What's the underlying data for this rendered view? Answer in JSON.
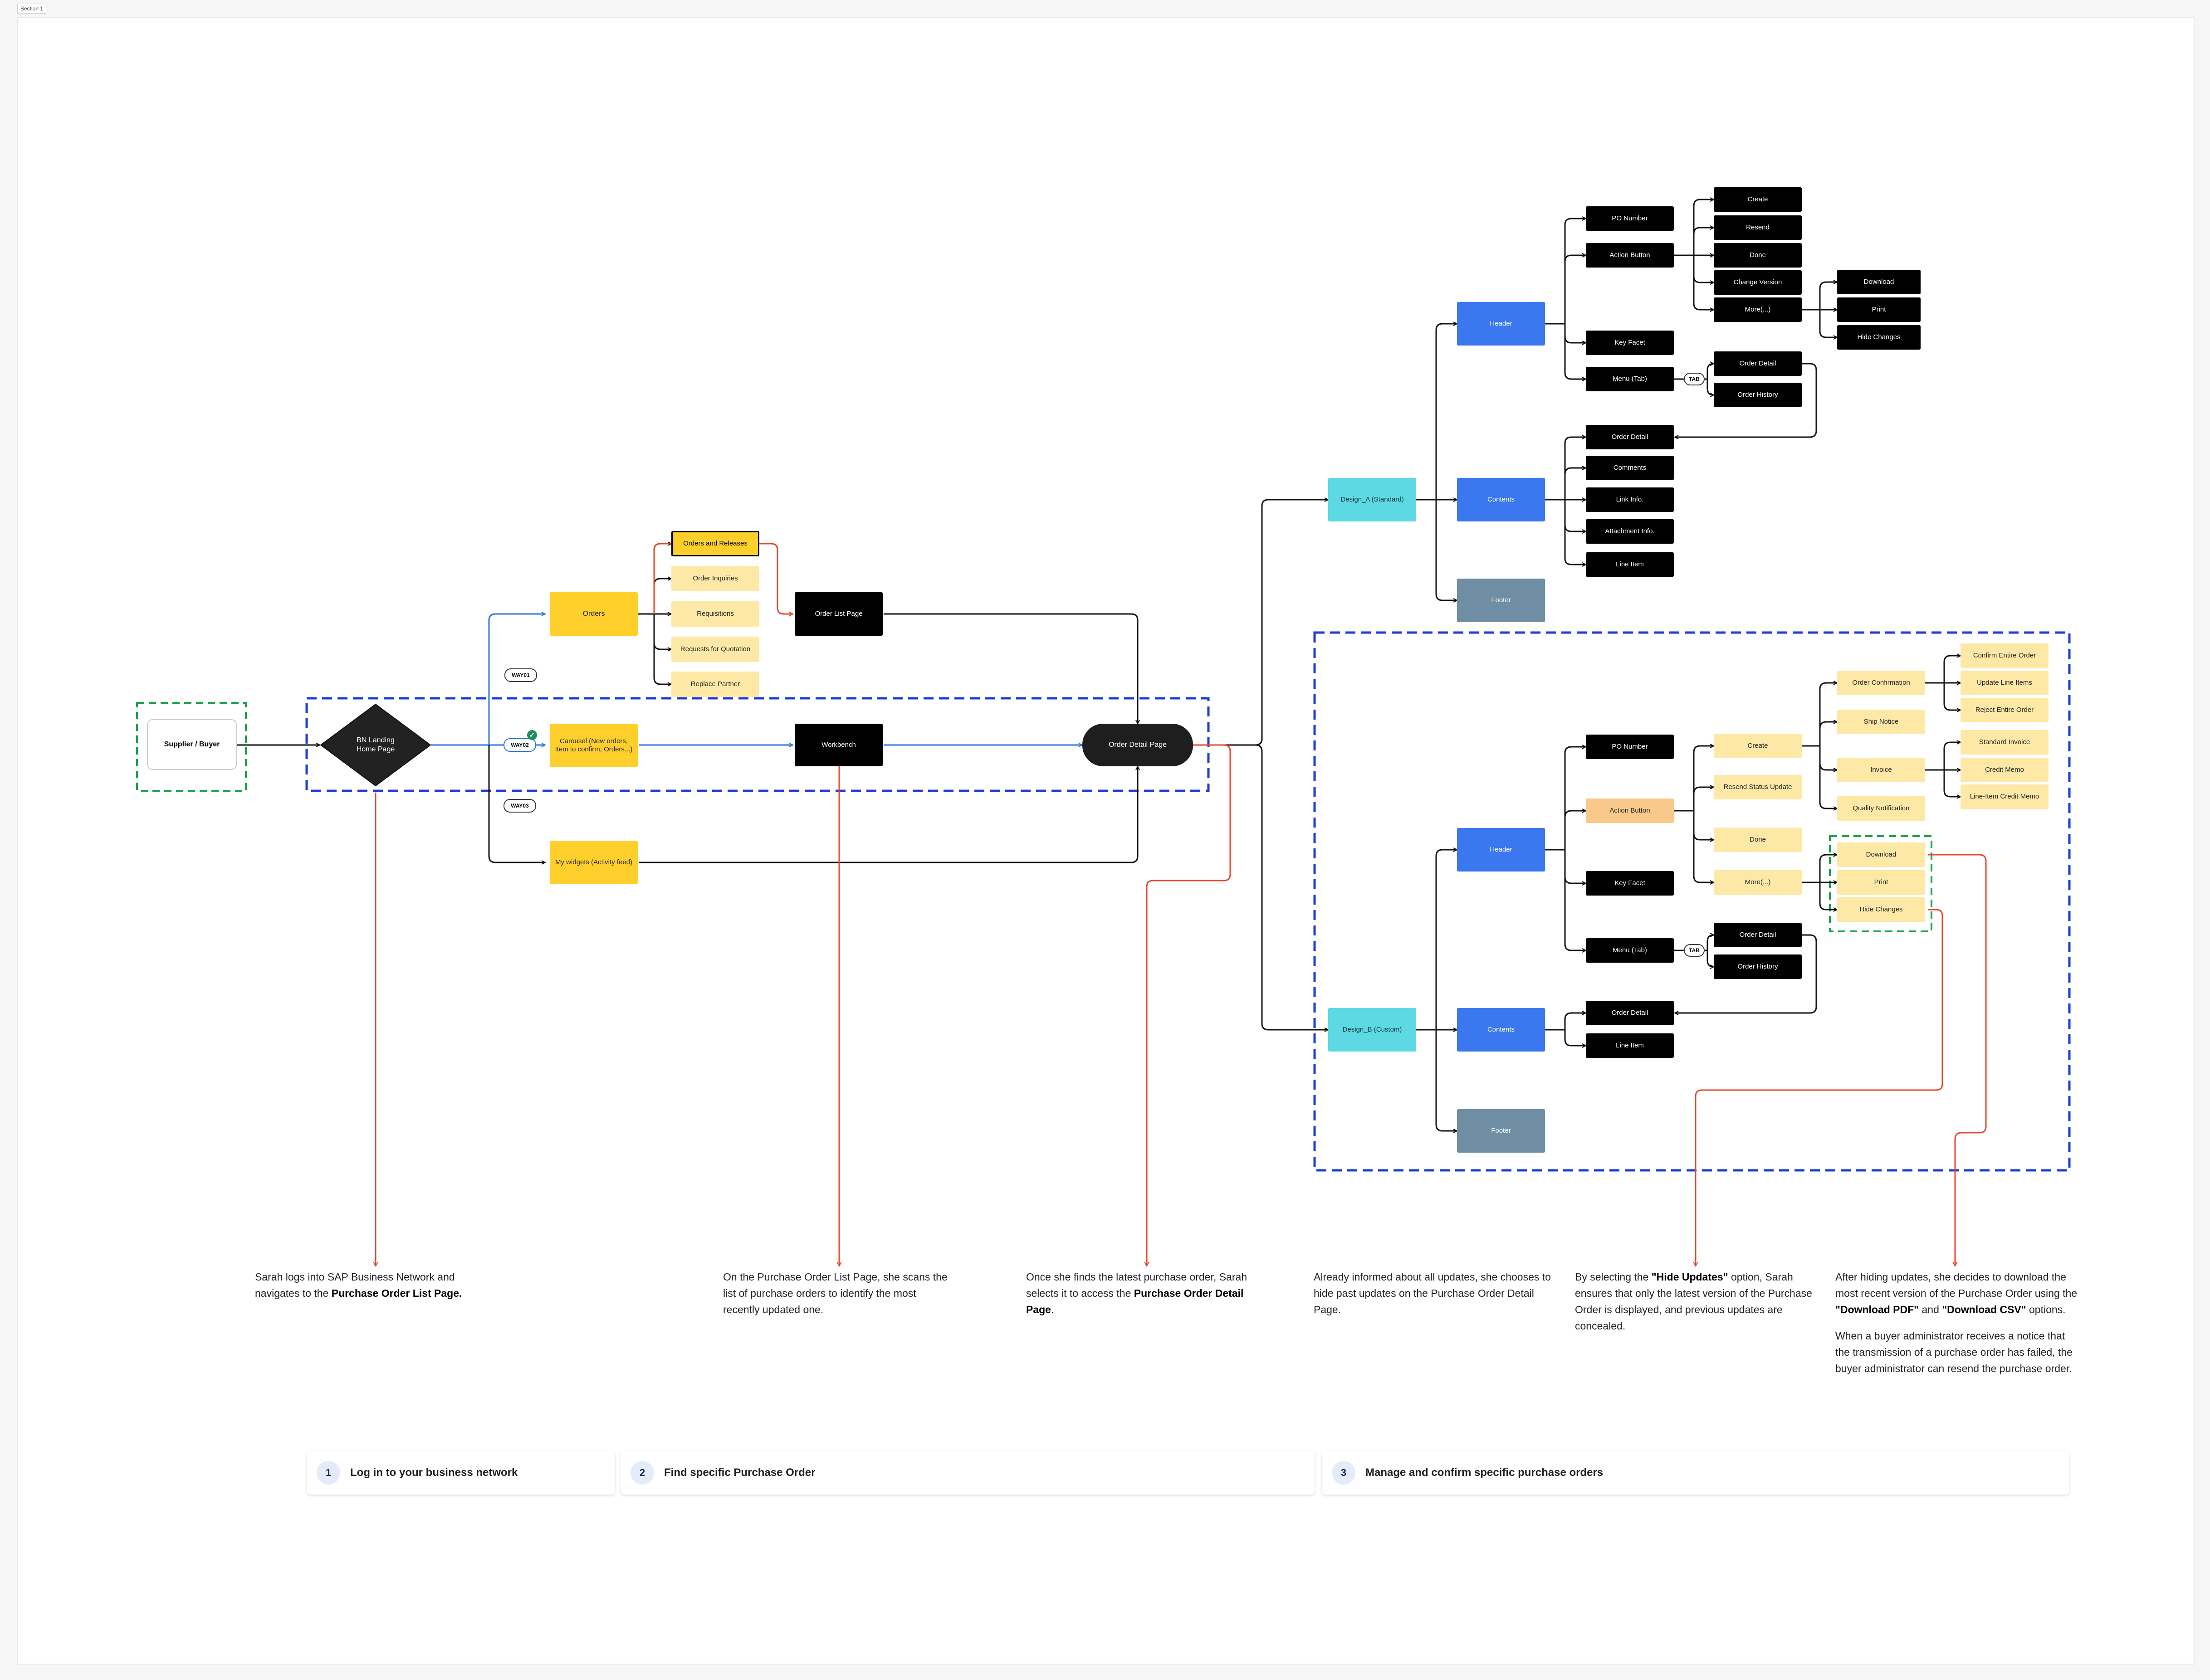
{
  "section_label": "Section 1",
  "colors": {
    "dark": "#000000",
    "yellow": "#FFCF2C",
    "light_yellow": "#FDE8A6",
    "peach": "#F8C98A",
    "blue": "#3B78F0",
    "cyan": "#5DD9E3",
    "slate": "#6F8EA3",
    "link_blue": "#2E74D8",
    "link_red": "#E8452C",
    "group_green": "#1AA34A",
    "group_blue": "#1E3BD6"
  },
  "start": {
    "supplier": "Supplier / Buyer",
    "landing": "BN Landing Home Page"
  },
  "ways": {
    "way1": "WAY01",
    "way2": "WAY02",
    "way3": "WAY03"
  },
  "level1": {
    "orders": "Orders",
    "carousel": "Carousel (New orders, Item to confirm, Orders...)",
    "widgets": "My widgets (Activity feed)"
  },
  "orders_menu": [
    "Orders and Releases",
    "Order Inquiries",
    "Requisitions",
    "Requests for Quotation",
    "Replace Partner"
  ],
  "pages": {
    "order_list": "Order List Page",
    "workbench": "Workbench",
    "order_detail": "Order Detail Page"
  },
  "design_a": {
    "label": "Design_A (Standard)",
    "header": "Header",
    "contents": "Contents",
    "footer": "Footer",
    "header_items": [
      "PO Number",
      "Action Button",
      "Key Facet",
      "Menu (Tab)"
    ],
    "actions": [
      "Create",
      "Resend",
      "Done",
      "Change Version",
      "More(...)"
    ],
    "more": [
      "Download",
      "Print",
      "Hide Changes"
    ],
    "tab_label": "TAB",
    "tabs": [
      "Order Detail",
      "Order History"
    ],
    "contents_items": [
      "Order Detail",
      "Comments",
      "Link Info.",
      "Attachment Info.",
      "Line Item"
    ]
  },
  "design_b": {
    "label": "Design_B (Custom)",
    "header": "Header",
    "contents": "Contents",
    "footer": "Footer",
    "header_items": [
      "PO Number",
      "Action Button",
      "Key Facet",
      "Menu (Tab)"
    ],
    "actions": [
      "Create",
      "Resend Status Update",
      "Done",
      "More(...)"
    ],
    "create_items": [
      "Order Confirmation",
      "Ship Notice",
      "Invoice",
      "Quality Notification"
    ],
    "confirmation": [
      "Confirm Entire Order",
      "Update Line Items",
      "Reject Entire Order"
    ],
    "invoice": [
      "Standard Invoice",
      "Credit Memo",
      "Line-Item Credit Memo"
    ],
    "more": [
      "Download",
      "Print",
      "Hide Changes"
    ],
    "tab_label": "TAB",
    "tabs": [
      "Order Detail",
      "Order History"
    ],
    "contents_items": [
      "Order Detail",
      "Line Item"
    ]
  },
  "notes": {
    "n1_a": "Sarah logs into SAP Business Network and navigates to the ",
    "n1_b": "Purchase Order List Page.",
    "n2": "On the Purchase Order List Page, she scans the list of purchase orders to identify the most recently updated one.",
    "n3_a": "Once she finds the latest purchase order, Sarah selects it to access the ",
    "n3_b": "Purchase Order Detail Page",
    "n3_c": ".",
    "n4": "Already informed about all updates, she chooses to hide past updates on the Purchase Order Detail Page.",
    "n5_a": "By selecting the ",
    "n5_b": "\"Hide Updates\"",
    "n5_c": " option, Sarah ensures that only the latest version of the Purchase Order is displayed, and previous updates are concealed.",
    "n6_a": "After hiding updates, she decides to download the most recent version of the Purchase Order using the ",
    "n6_b": "\"Download PDF\"",
    "n6_c": " and ",
    "n6_d": "\"Download CSV\"",
    "n6_e": " options.",
    "n6_f": "When a buyer administrator receives a notice that the transmission of a purchase order has failed, the buyer administrator can resend the purchase order."
  },
  "steps": [
    {
      "num": "1",
      "label": "Log in to your business network"
    },
    {
      "num": "2",
      "label": "Find specific Purchase Order"
    },
    {
      "num": "3",
      "label": "Manage and confirm specific purchase orders"
    }
  ]
}
